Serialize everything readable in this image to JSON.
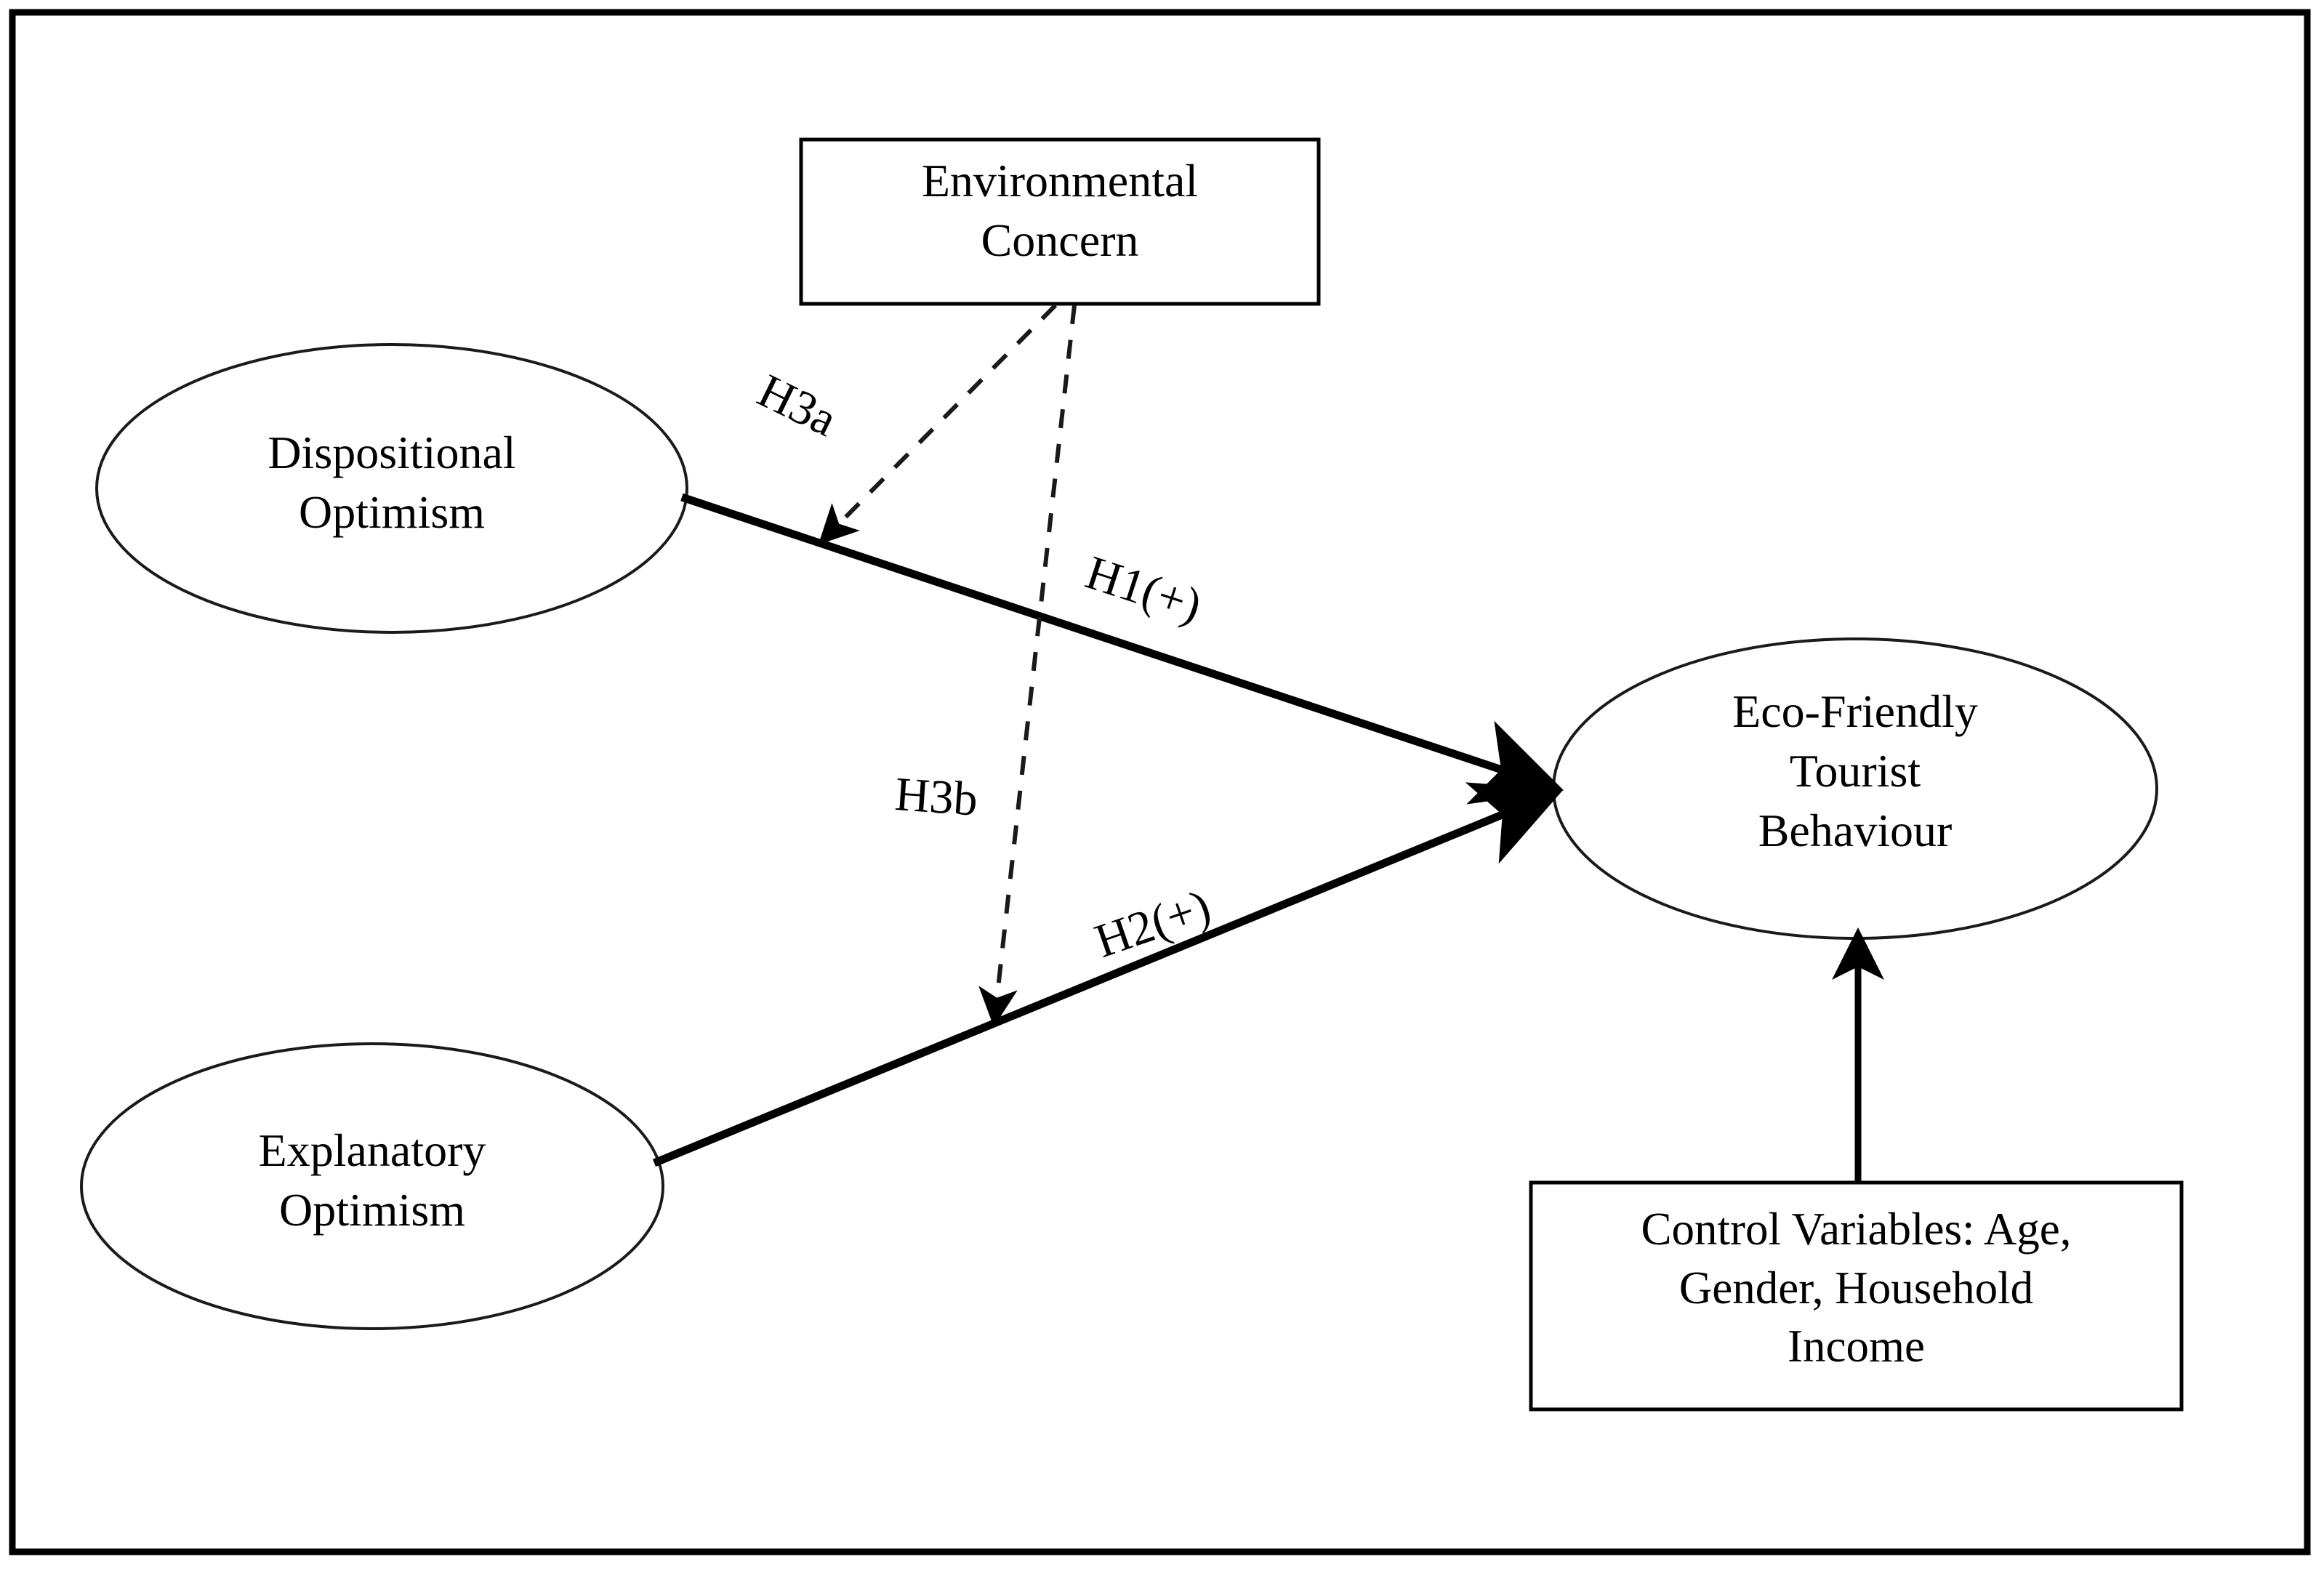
{
  "figure": {
    "type": "conceptual-research-model-diagram",
    "border_color": "#000000",
    "background_color": "#ffffff",
    "line_color": "#000000"
  },
  "nodes": {
    "dispositional_optimism": {
      "label": "Dispositional\nOptimism",
      "shape": "ellipse",
      "role": "independent-variable"
    },
    "explanatory_optimism": {
      "label": "Explanatory\nOptimism",
      "shape": "ellipse",
      "role": "independent-variable"
    },
    "eco_friendly_tourist_behaviour": {
      "label": "Eco-Friendly\nTourist\nBehaviour",
      "shape": "ellipse",
      "role": "dependent-variable"
    },
    "environmental_concern": {
      "label": "Environmental\nConcern",
      "shape": "rectangle",
      "role": "moderator"
    },
    "control_variables": {
      "label": "Control Variables: Age,\nGender, Household\nIncome",
      "shape": "rectangle",
      "role": "controls"
    }
  },
  "edges": {
    "h1": {
      "label": "H1(+)",
      "from": "dispositional_optimism",
      "to": "eco_friendly_tourist_behaviour",
      "style": "solid",
      "arrow": "single"
    },
    "h2": {
      "label": "H2(+)",
      "from": "explanatory_optimism",
      "to": "eco_friendly_tourist_behaviour",
      "style": "solid",
      "arrow": "single"
    },
    "h3a": {
      "label": "H3a",
      "from": "environmental_concern",
      "to": "h1",
      "style": "dashed",
      "arrow": "single"
    },
    "h3b": {
      "label": "H3b",
      "from": "environmental_concern",
      "to": "h2",
      "style": "dashed",
      "arrow": "single"
    },
    "controls_link": {
      "label": "",
      "from": "control_variables",
      "to": "eco_friendly_tourist_behaviour",
      "style": "solid",
      "arrow": "single"
    }
  }
}
